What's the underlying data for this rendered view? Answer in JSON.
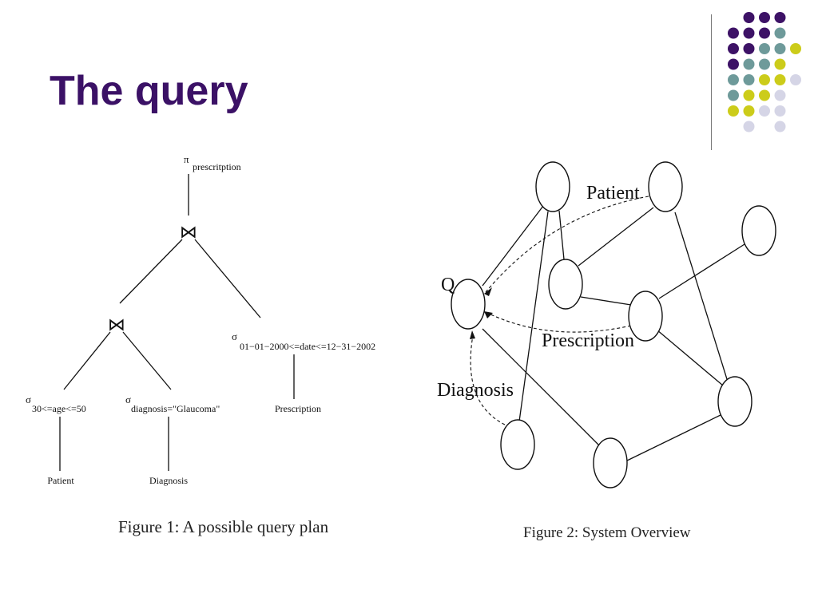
{
  "slide": {
    "title": "The query",
    "colors": {
      "title": "#3b1166",
      "dot_purple": "#3d1266",
      "dot_teal": "#6e9a9a",
      "dot_yellow": "#cccc1a",
      "dot_lavender": "#d5d5e6"
    }
  },
  "figure1": {
    "caption": "Figure 1: A possible query plan",
    "projection": {
      "symbol": "π",
      "attr": "prescritption"
    },
    "join_symbol": "⋈",
    "selections": [
      {
        "symbol": "σ",
        "condition": "30<=age<=50",
        "relation": "Patient"
      },
      {
        "symbol": "σ",
        "condition": "diagnosis=\"Glaucoma\"",
        "relation": "Diagnosis"
      },
      {
        "symbol": "σ",
        "condition": "01−01−2000<=date<=12−31−2002",
        "relation": "Prescription"
      }
    ]
  },
  "figure2": {
    "caption": "Figure 2: System Overview",
    "labels": {
      "query": "Q",
      "patient": "Patient",
      "prescription": "Prescription",
      "diagnosis": "Diagnosis"
    }
  }
}
